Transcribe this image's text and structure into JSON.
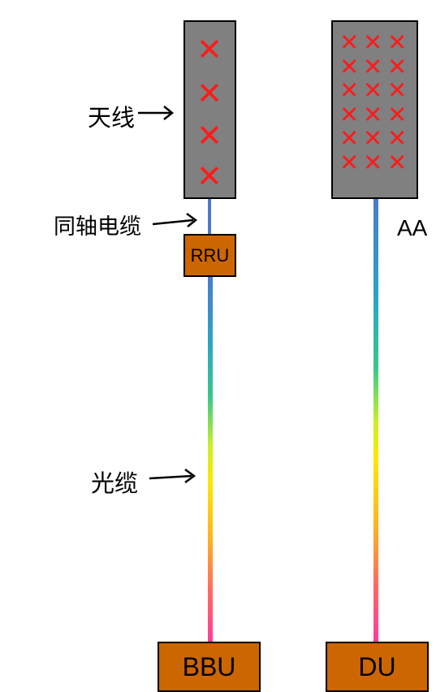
{
  "labels": {
    "antenna": "天线",
    "coax": "同轴电缆",
    "fiber": "光缆",
    "aau": "AA"
  },
  "boxes": {
    "rru": "RRU",
    "bbu": "BBU",
    "du": "DU"
  },
  "colors": {
    "panel": "#808080",
    "x_mark": "#ff1a1a",
    "unit_box": "#cc6600",
    "coax_cable": "#4a7bd0"
  }
}
